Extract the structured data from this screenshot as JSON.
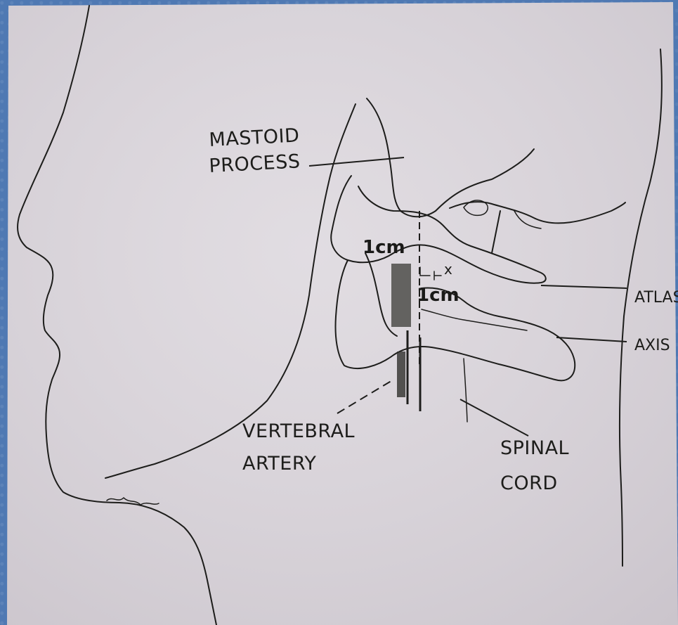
{
  "labels": {
    "mastoid_line1": "MASTOID",
    "mastoid_line2": "PROCESS",
    "atlas": "ATLAS",
    "axis": "AXIS",
    "vertebral_line1": "VERTEBRAL",
    "vertebral_line2": "ARTERY",
    "spinal_line1": "SPINAL",
    "spinal_line2": "CORD"
  },
  "measurements": {
    "upper": "1cm",
    "lower": "1cm",
    "marker": "x"
  },
  "colors": {
    "background": "#4f79b3",
    "paper": "#ddd8de",
    "ink": "#1d1d1b"
  }
}
